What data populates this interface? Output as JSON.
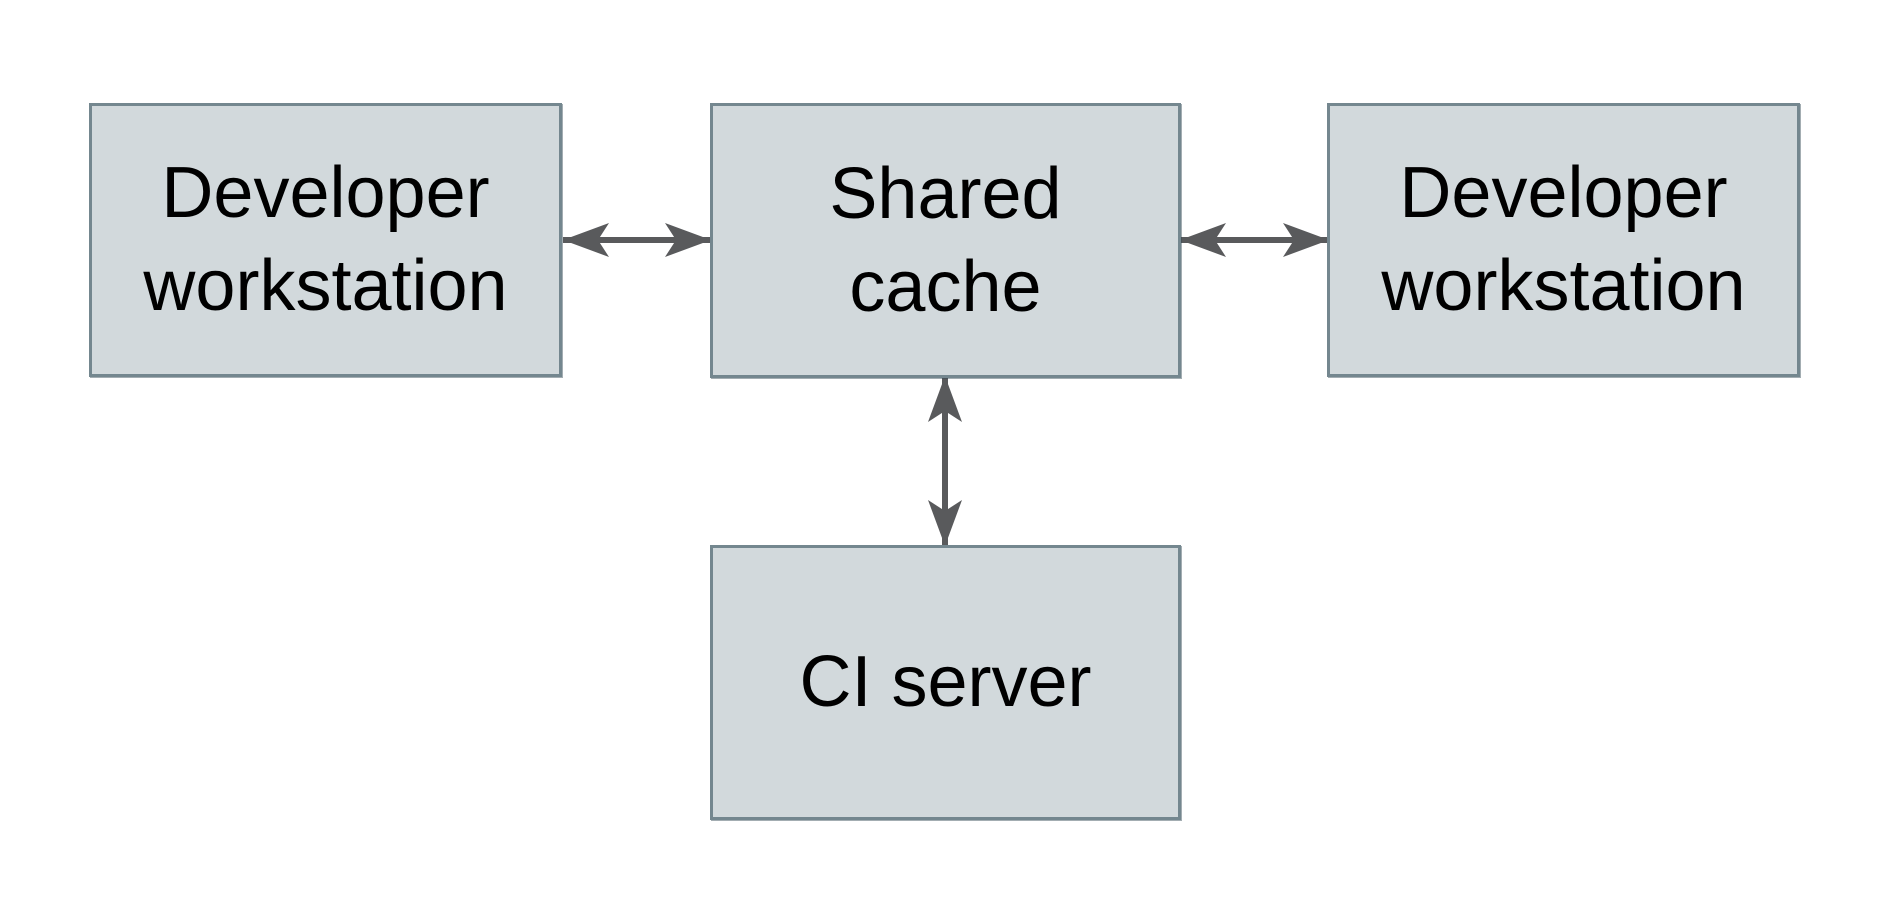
{
  "diagram": {
    "type": "architecture-diagram",
    "nodes": [
      {
        "id": "developer-workstation-left",
        "label": "Developer workstation",
        "lines": [
          "Developer",
          "workstation"
        ]
      },
      {
        "id": "shared-cache",
        "label": "Shared cache",
        "lines": [
          "Shared",
          "cache"
        ]
      },
      {
        "id": "developer-workstation-right",
        "label": "Developer workstation",
        "lines": [
          "Developer",
          "workstation"
        ]
      },
      {
        "id": "ci-server",
        "label": "CI server",
        "lines": [
          "CI server"
        ]
      }
    ],
    "edges": [
      {
        "from": "developer-workstation-left",
        "to": "shared-cache",
        "type": "bidirectional-arrow"
      },
      {
        "from": "shared-cache",
        "to": "developer-workstation-right",
        "type": "bidirectional-arrow"
      },
      {
        "from": "shared-cache",
        "to": "ci-server",
        "type": "bidirectional-arrow"
      }
    ],
    "colors": {
      "background": "#ffffff",
      "node_fill": "#d2d9dc",
      "node_border": "#74878f",
      "arrow": "#595a5c",
      "text": "#000000"
    }
  }
}
